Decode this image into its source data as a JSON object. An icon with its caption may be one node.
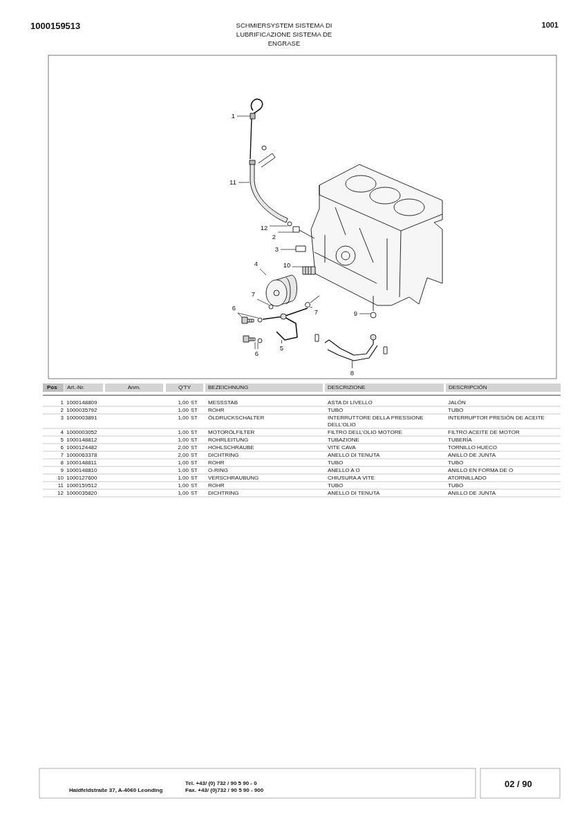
{
  "diagram": {
    "title": "SCHMIERSYSTEM SISTEMA DI LUBRIFICAZIONE SISTEMA DE ENGRASE",
    "nodes": [
      {
        "text": [
          "1"
        ]
      },
      {
        "text": [
          "11"
        ]
      },
      {
        "text": [
          "12"
        ]
      },
      {
        "text": [
          "2"
        ]
      },
      {
        "text": [
          "3"
        ]
      },
      {
        "text": [
          "10"
        ]
      },
      {
        "text": [
          "4"
        ]
      },
      {
        "text": [
          "7"
        ]
      },
      {
        "text": [
          "6"
        ]
      },
      {
        "text": [
          "7"
        ]
      },
      {
        "text": [
          "9"
        ]
      },
      {
        "text": [
          "5"
        ]
      },
      {
        "text": [
          "6"
        ]
      },
      {
        "text": [
          "8"
        ]
      },
      {
        "text": [],
        "shape": "picture"
      },
      {
        "text": [],
        "shape": "picture"
      },
      {
        "text": [],
        "shape": "circle"
      },
      {
        "text": [],
        "shape": "box"
      },
      {
        "text": [],
        "shape": "box"
      },
      {
        "text": [],
        "shape": "picture"
      },
      {
        "text": [],
        "shape": "picture"
      },
      {
        "text": [],
        "shape": "circle"
      },
      {
        "text": [],
        "shape": "picture"
      },
      {
        "text": [],
        "shape": "circle"
      },
      {
        "text": [],
        "shape": "circle"
      },
      {
        "text": [],
        "shape": "circle"
      },
      {
        "text": [],
        "shape": "picture"
      },
      {
        "text": [],
        "shape": "picture"
      },
      {
        "text": [],
        "shape": "circle"
      },
      {
        "text": [],
        "shape": "picture"
      }
    ],
    "edges": [
      {
        "from": 0,
        "to": 14,
        "arrow": "none"
      },
      {
        "from": 1,
        "to": 15,
        "arrow": "none"
      },
      {
        "from": 2,
        "to": 16,
        "arrow": "none"
      },
      {
        "from": 3,
        "to": 17,
        "arrow": "none"
      },
      {
        "from": 4,
        "to": 18,
        "arrow": "none"
      },
      {
        "from": 5,
        "to": 19,
        "arrow": "none"
      },
      {
        "from": 6,
        "to": 20,
        "arrow": "none"
      },
      {
        "from": 7,
        "to": 21,
        "arrow": "none"
      },
      {
        "from": 8,
        "to": 22,
        "arrow": "none"
      },
      {
        "from": 8,
        "to": 23,
        "arrow": "none"
      },
      {
        "from": 9,
        "to": 24,
        "arrow": "none"
      },
      {
        "from": 10,
        "to": 25,
        "arrow": "none"
      },
      {
        "from": 11,
        "to": 26,
        "arrow": "none"
      },
      {
        "from": 12,
        "to": 27,
        "arrow": "none"
      },
      {
        "from": 12,
        "to": 28,
        "arrow": "none"
      },
      {
        "from": 13,
        "to": 29,
        "arrow": "none"
      }
    ],
    "labels": [
      "1000159513",
      "1001",
      "Pos",
      "Art.-Nr.",
      "Anm.",
      "Q'TY",
      "BEZEICHNUNG",
      "DESCRIZIONE",
      "DESCRIPCIÓN",
      "1",
      "1000148809",
      "1,00",
      "ST",
      "MESSSTAB",
      "ASTA DI LIVELLO",
      "JALÓN",
      "2",
      "1000035792",
      "1,00",
      "ST",
      "ROHR",
      "TUBO",
      "TUBO",
      "3",
      "1000003891",
      "1,00",
      "ST",
      "ÖLDRUCKSCHALTER",
      "INTERRUTTORE DELLA PRESSIONE DELL'OLIO",
      "INTERRUPTOR PRESIÓN DE ACEITE",
      "4",
      "1000003052",
      "1,00",
      "ST",
      "MOTORÖLFILTER",
      "FILTRO DELL'OLIO MOTORE",
      "FILTRO ACEITE DE MOTOR",
      "5",
      "1000148812",
      "1,00",
      "ST",
      "ROHRLEITUNG",
      "TUBAZIONE",
      "TUBERÍA",
      "6",
      "1000124482",
      "2,00",
      "ST",
      "HOHLSCHRAUBE",
      "VITE CAVA",
      "TORNILLO HUECO",
      "7",
      "1000063378",
      "2,00",
      "ST",
      "DICHTRING",
      "ANELLO DI TENUTA",
      "ANILLO DE JUNTA",
      "8",
      "1000148811",
      "1,00",
      "ST",
      "ROHR",
      "TUBO",
      "TUBO",
      "9",
      "1000148810",
      "1,00",
      "ST",
      "O-RING",
      "ANELLO A O",
      "ANILLO EN FORMA DE O",
      "10",
      "1000127600",
      "1,00",
      "ST",
      "VERSCHRAUBUNG",
      "CHIUSURA A VITE",
      "ATORNILLADO",
      "11",
      "1000159512",
      "1,00",
      "ST",
      "ROHR",
      "TUBO",
      "TUBO",
      "12",
      "1000035820",
      "1,00",
      "ST",
      "DICHTRING",
      "ANELLO DI TENUTA",
      "ANILLO DE JUNTA",
      "Haidfeldstraße 37, A-4060 Leonding",
      "Tel. +43/ (0) 732 / 90 5 90 - 0",
      "Fax. +43/ (0)732 / 90 5 90 - 900",
      "02 / 90"
    ]
  }
}
